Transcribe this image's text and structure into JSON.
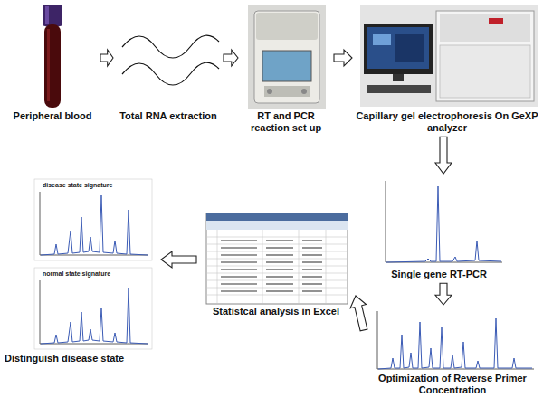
{
  "diagram": {
    "nodes": [
      {
        "text": [
          "Peripheral blood"
        ]
      },
      {
        "text": [
          "Total RNA extraction"
        ]
      },
      {
        "text": [
          "RT and PCR reaction set up"
        ]
      },
      {
        "text": [
          "Capillary gel electrophoresis On GeXP analyzer"
        ]
      },
      {
        "text": [
          "Single gene RT-PCR"
        ]
      },
      {
        "text": [
          "Optimization of Reverse Primer Concentration"
        ]
      },
      {
        "text": [
          "Statistcal analysis in Excel"
        ]
      },
      {
        "text": [
          "Distinguish disease state"
        ]
      }
    ],
    "edges": [
      {
        "from": 0,
        "to": 1,
        "arrow": "to"
      },
      {
        "from": 1,
        "to": 2,
        "arrow": "to"
      },
      {
        "from": 2,
        "to": 3,
        "arrow": "to"
      },
      {
        "from": 3,
        "to": 4,
        "arrow": "to"
      },
      {
        "from": 4,
        "to": 5,
        "arrow": "to"
      },
      {
        "from": 5,
        "to": 6,
        "arrow": "to"
      },
      {
        "from": 6,
        "to": 7,
        "arrow": "to"
      }
    ],
    "labels": [
      "disease state signature",
      "normal state signature"
    ]
  }
}
